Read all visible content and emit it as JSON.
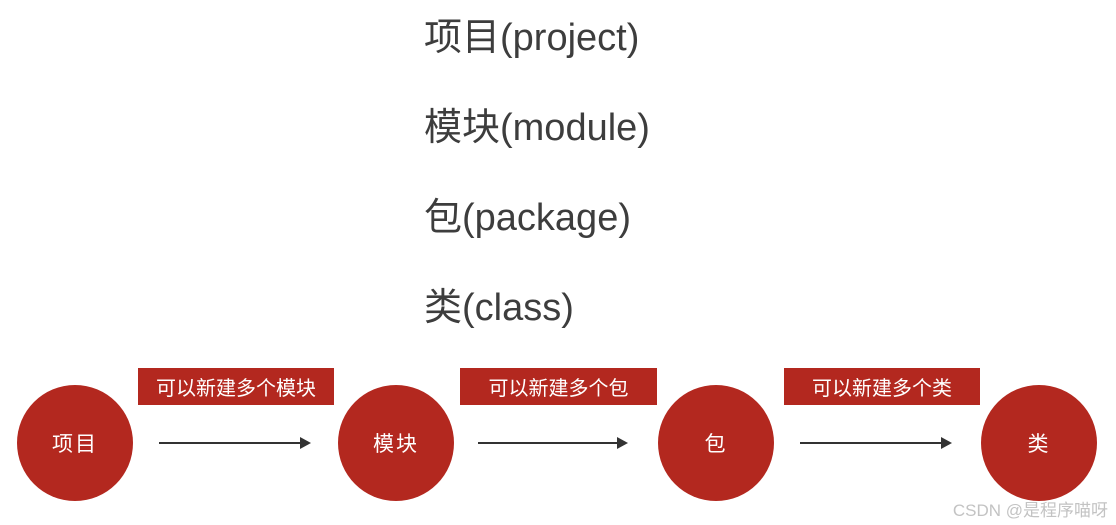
{
  "hierarchy": {
    "items": [
      {
        "label": "项目(project)"
      },
      {
        "label": "模块(module)"
      },
      {
        "label": "包(package)"
      },
      {
        "label": "类(class)"
      }
    ]
  },
  "flow": {
    "nodes": [
      {
        "label": "项目"
      },
      {
        "label": "模块"
      },
      {
        "label": "包"
      },
      {
        "label": "类"
      }
    ],
    "edges": [
      {
        "label": "可以新建多个模块"
      },
      {
        "label": "可以新建多个包"
      },
      {
        "label": "可以新建多个类"
      }
    ]
  },
  "watermark": "CSDN @是程序喵呀",
  "colors": {
    "accent_red": "#b3281f",
    "text_dark": "#3d3d3d",
    "arrow": "#333333",
    "watermark_gray": "#c3c3c3"
  }
}
